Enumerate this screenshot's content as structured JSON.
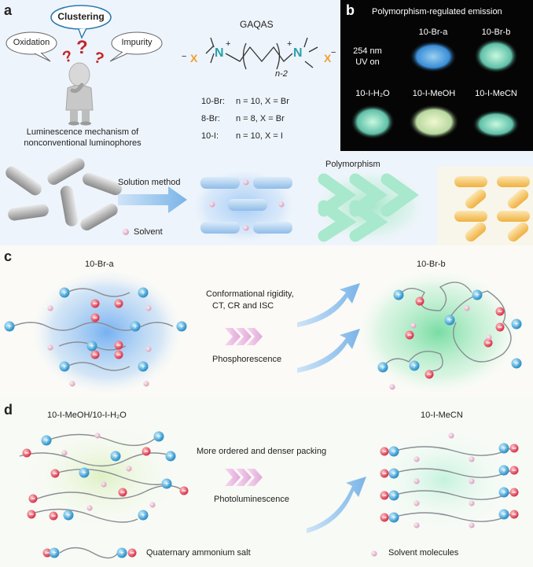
{
  "panel_a": {
    "letter": "a",
    "bubbles": {
      "oxidation": "Oxidation",
      "clustering": "Clustering",
      "impurity": "Impurity"
    },
    "caption_line1": "Luminescence mechanism  of",
    "caption_line2": "nonconventional luminophores",
    "structure": {
      "name": "GAQAS",
      "x_left": "X",
      "x_right": "X",
      "charge_minus": "−",
      "charge_plus": "+",
      "n_atom": "N",
      "subscript": "n-2"
    },
    "compounds": [
      {
        "name": "10-Br:",
        "def": "n = 10, X = Br"
      },
      {
        "name": "8-Br:",
        "def": "n = 8,   X = Br"
      },
      {
        "name": "10-I:",
        "def": "n = 10, X = I"
      }
    ],
    "process": {
      "method": "Solution method",
      "solvent": "Solvent",
      "polymorphism": "Polymorphism"
    }
  },
  "panel_b": {
    "letter": "b",
    "title": "Polymorphism-regulated emission",
    "uv_line1": "254 nm",
    "uv_line2": "UV on",
    "samples": [
      "10-Br-a",
      "10-Br-b",
      "10-I-H₂O",
      "10-I-MeOH",
      "10-I-MeCN"
    ]
  },
  "panel_c": {
    "letter": "c",
    "left_label": "10-Br-a",
    "right_label": "10-Br-b",
    "top_text_line1": "Conformational rigidity,",
    "top_text_line2": "CT, CR and ISC",
    "bottom_text": "Phosphorescence"
  },
  "panel_d": {
    "letter": "d",
    "left_label": "10-I-MeOH/10-I-H₂O",
    "right_label": "10-I-MeCN",
    "top_text": "More ordered and denser packing",
    "bottom_text": "Photoluminescence",
    "legend_salt": "Quaternary ammonium salt",
    "legend_solvent": "Solvent molecules"
  },
  "colors": {
    "anion": "#f0a030",
    "nitrogen": "#2aa0a8",
    "cation": "#3b9ed0",
    "anion_ball": "#e8506a",
    "solvent": "#e8b8d0",
    "blue_glow": "#5aa8f0",
    "green_glow": "#50d890",
    "yellow_glow": "#f0b840"
  }
}
